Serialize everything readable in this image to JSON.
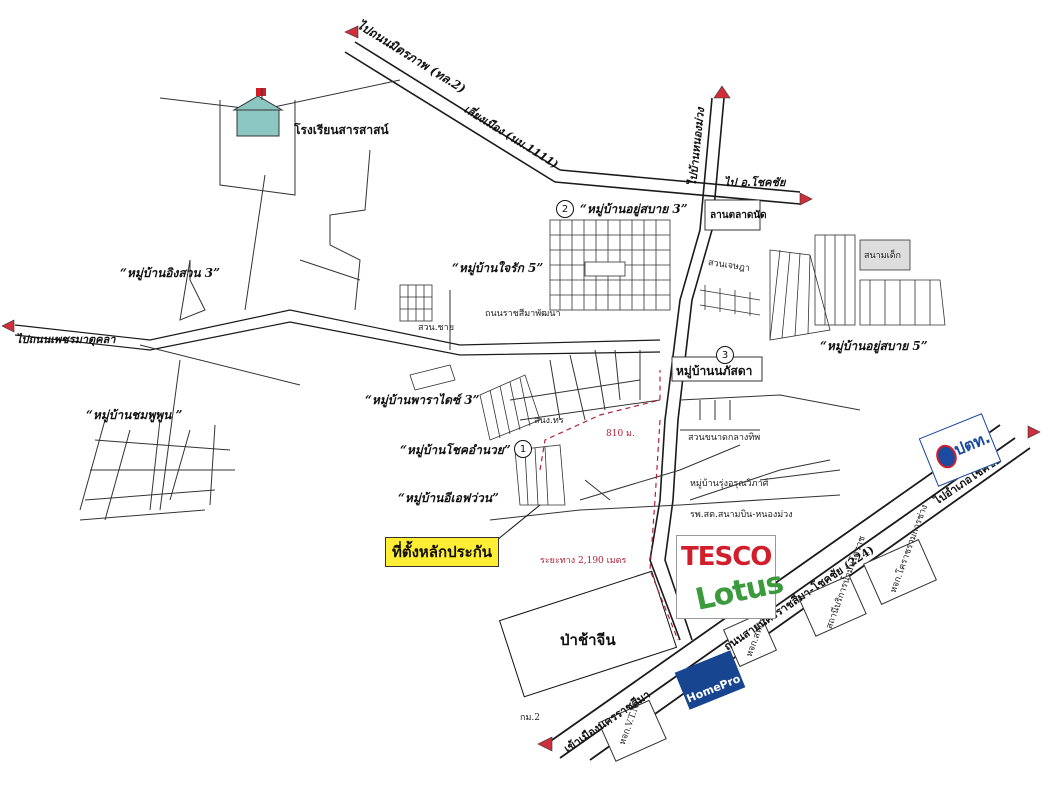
{
  "labels": {
    "to_nakhon_ratchasima_top": "ไปถนนมิตรภาพ (ทล.2)",
    "bypass_road": "เลี่ยงเมือง (นม.1111)",
    "to_ban_nong_muang": "ไปบ้านหนองม่วง",
    "to_chok_chai_top": "ไป อ.โชคชัย",
    "school": "โรงเรียนสารสาสน์",
    "village_u_sabai_3": "“หมู่บ้านอยู่สบาย 3”",
    "talat_nat": "ลานตลาดนัด",
    "village_ing_suan_3": "“หมู่บ้านอิงสวน 3”",
    "village_chai_rak_5": "“หมู่บ้านใจรัก 5”",
    "to_phet_mahakuta": "ไปถนนเพชรมาตุคลา",
    "rachasima_road": "ถนนราชสีมาพัฒนา",
    "village_u_sabai_5": "“หมู่บ้านอยู่สบาย 5”",
    "village_chomphu": "“หมู่บ้านชมพูพูน ”",
    "village_paradise_3": "“หมู่บ้านพาราไดซ์ 3”",
    "village_nakarin": "หมู่บ้านนภัสดา",
    "village_chai_watthana": "“หมู่บ้านโชคอำนวย”",
    "village_ewha": "“หมู่บ้านอีเอฟว่วน”",
    "placement_callout": "ที่ตั้งหลักประกัน",
    "distance_810": "810 ม.",
    "distance_total": "ระยะทาง 2,190 เมตร",
    "school_lane": "สวนขนาดกลางทิพ",
    "village_rung": "หมู่บ้านรุ่งอรุณวิภาศ์",
    "health_center": "รพ.สต.สนามบิน-หนองม่วง",
    "paa_cha_chin": "ป่าช้าจีน",
    "main_road": "ถนนสายนครราชสีมา-โชคชัย (224)",
    "to_chok_chai_main": "ไปอำเภอโชคชัย",
    "to_city": "เข้าเมืองนครราชสีมา",
    "km_marker": "กม.2",
    "vtn": "หจก.V.T.N.",
    "shop_1": "หจก.สหกรไทย",
    "shop_2": "สถานีบริการน้ำมันโคราช",
    "shop_3": "หจก.โคราชรวมการช่าง",
    "small_1": "สวนเจษฎา",
    "small_2": "สวน.ชาย",
    "small_3": "สนง.ทร",
    "small_4": "สนามเด็ก",
    "tesco_1": "TESCO",
    "tesco_2": "Lotus",
    "homepro": "HomePro",
    "ptt": "ปตท.",
    "n1": "1",
    "n2": "2",
    "n3": "3"
  },
  "colors": {
    "road": "#1a1a1a",
    "arrow_red": "#cf2f3a",
    "route_dashed": "#b0233a",
    "callout_yellow": "#ffee33",
    "tesco_red": "#d21e2b",
    "tesco_green": "#3a9a3c",
    "homepro_blue": "#17458f",
    "ptt_blue": "#1b4aa0"
  }
}
